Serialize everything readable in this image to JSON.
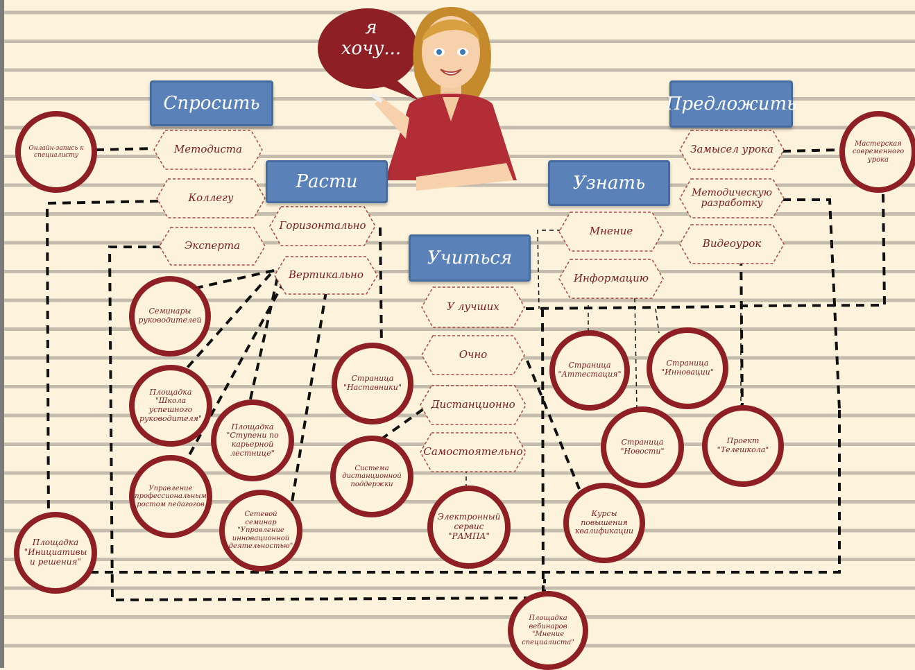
{
  "bubble": {
    "line1": "я",
    "line2": "хочу..."
  },
  "headers": {
    "ask": "Спросить",
    "grow": "Расти",
    "learn": "Учиться",
    "know": "Узнать",
    "offer": "Предложить"
  },
  "ask_items": [
    "Методиста",
    "Коллегу",
    "Эксперта"
  ],
  "grow_items": [
    "Горизонтально",
    "Вертикально"
  ],
  "learn_items": [
    "У лучших",
    "Очно",
    "Дистанционно",
    "Самостоятельно"
  ],
  "know_items": [
    "Мнение",
    "Информацию"
  ],
  "offer_items": [
    "Замысел урока",
    "Методическую разработку",
    "Видеоурок"
  ],
  "circles": {
    "online": "Онлайн-запись к специалисту",
    "workshop": "Мастерская современного урока",
    "seminars": "Семинары руководителей",
    "school": "Площадка \"Школа успешного руководителя\"",
    "career": "Площадка \"Ступени по карьерной лестнице\"",
    "management": "Управление профессиональным ростом педагогов",
    "network": "Сетевой семинар \"Управление инновационной деятельностью\"",
    "initiatives": "Площадка \"Инициативы и решения\"",
    "mentors": "Страница \"Наставники\"",
    "distance": "Система дистанционной поддержки",
    "ramp": "Электронный сервис \"РАМПА\"",
    "attestation": "Страница \"Аттестация\"",
    "innovations": "Страница \"Инновации\"",
    "news": "Страница \"Новости\"",
    "courses": "Курсы повышения квалификации",
    "teleschool": "Проект \"Телешкола\"",
    "webinars": "Площадка вебинаров \"Мнение специалиста\""
  },
  "colors": {
    "header": "#5b82b8",
    "circle_border": "#8e1f24",
    "hex_border": "#b0463f",
    "text": "#7a1a1a",
    "background": "#fdf3dc"
  }
}
